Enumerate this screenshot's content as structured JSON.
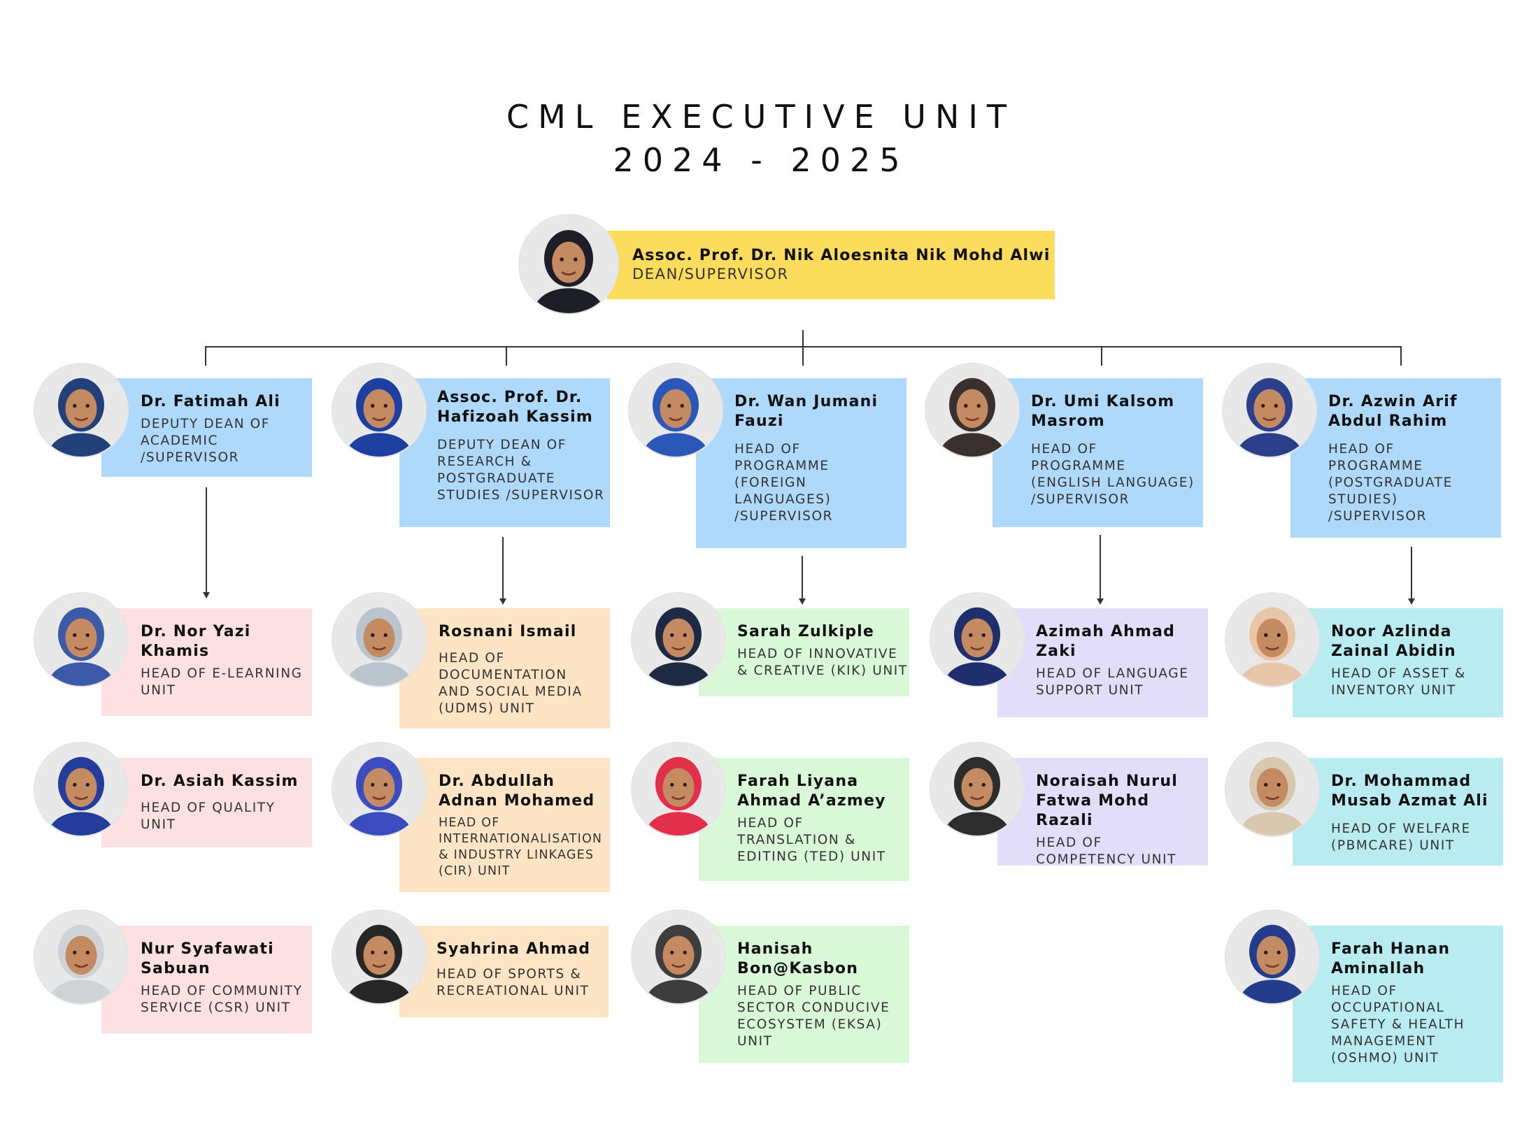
{
  "title": {
    "line1": "CML EXECUTIVE UNIT",
    "line2": "2024 - 2025"
  },
  "dean": {
    "name": "Assoc. Prof. Dr. Nik Aloesnita Nik Mohd Alwi",
    "role": "DEAN/SUPERVISOR",
    "color": "#fcdc5c"
  },
  "colors": {
    "blue": "#aed9fa",
    "pink": "#fde0e2",
    "peach": "#fde4c4",
    "green": "#d8f8d8",
    "lavender": "#e2defa",
    "cyan": "#b9ecf1"
  },
  "supervisors": [
    {
      "name": "Dr. Fatimah Ali",
      "role": "DEPUTY DEAN OF\nACADEMIC\n/SUPERVISOR"
    },
    {
      "name": "Assoc. Prof. Dr.\nHafizoah Kassim",
      "role": "DEPUTY DEAN OF\nRESEARCH &\nPOSTGRADUATE\nSTUDIES /SUPERVISOR"
    },
    {
      "name": "Dr. Wan Jumani\nFauzi",
      "role": "HEAD OF\nPROGRAMME\n(FOREIGN\nLANGUAGES)\n/SUPERVISOR"
    },
    {
      "name": "Dr. Umi Kalsom\nMasrom",
      "role": "HEAD OF\nPROGRAMME\n(ENGLISH LANGUAGE)\n/SUPERVISOR"
    },
    {
      "name": "Dr. Azwin Arif\nAbdul Rahim",
      "role": "HEAD OF\nPROGRAMME\n(POSTGRADUATE\nSTUDIES)\n/SUPERVISOR"
    }
  ],
  "units": [
    [
      {
        "name": "Dr. Nor Yazi\nKhamis",
        "role": "HEAD OF E-LEARNING\nUNIT"
      },
      {
        "name": "Dr. Asiah Kassim",
        "role": "HEAD OF QUALITY\nUNIT"
      },
      {
        "name": "Nur Syafawati\nSabuan",
        "role": "HEAD OF COMMUNITY\nSERVICE (CSR) UNIT"
      }
    ],
    [
      {
        "name": "Rosnani Ismail",
        "role": "HEAD OF\nDOCUMENTATION\nAND SOCIAL MEDIA\n(UDMS) UNIT"
      },
      {
        "name": "Dr. Abdullah\nAdnan Mohamed",
        "role": "HEAD OF\nINTERNATIONALISATION\n& INDUSTRY LINKAGES\n(CIR) UNIT"
      },
      {
        "name": "Syahrina Ahmad",
        "role": "HEAD OF SPORTS &\nRECREATIONAL UNIT"
      }
    ],
    [
      {
        "name": "Sarah Zulkiple",
        "role": "HEAD OF INNOVATIVE\n& CREATIVE (KIK) UNIT"
      },
      {
        "name": "Farah Liyana\nAhmad A’azmey",
        "role": "HEAD OF\nTRANSLATION &\nEDITING (TED) UNIT"
      },
      {
        "name": "Hanisah\nBon@Kasbon",
        "role": "HEAD OF PUBLIC\nSECTOR CONDUCIVE\nECOSYSTEM (EKSA)\nUNIT"
      }
    ],
    [
      {
        "name": "Azimah Ahmad\nZaki",
        "role": "HEAD OF LANGUAGE\nSUPPORT UNIT"
      },
      {
        "name": "Noraisah Nurul\nFatwa Mohd Razali",
        "role": "HEAD OF\nCOMPETENCY UNIT"
      }
    ],
    [
      {
        "name": "Noor Azlinda\nZainal Abidin",
        "role": "HEAD OF ASSET &\nINVENTORY UNIT"
      },
      {
        "name": "Dr. Mohammad\nMusab Azmat Ali",
        "role": "HEAD OF WELFARE\n(PBMCARE) UNIT"
      },
      {
        "name": "Farah Hanan\nAminallah",
        "role": "HEAD OF\nOCCUPATIONAL\nSAFETY & HEALTH\nMANAGEMENT\n(OSHMO) UNIT"
      }
    ]
  ]
}
